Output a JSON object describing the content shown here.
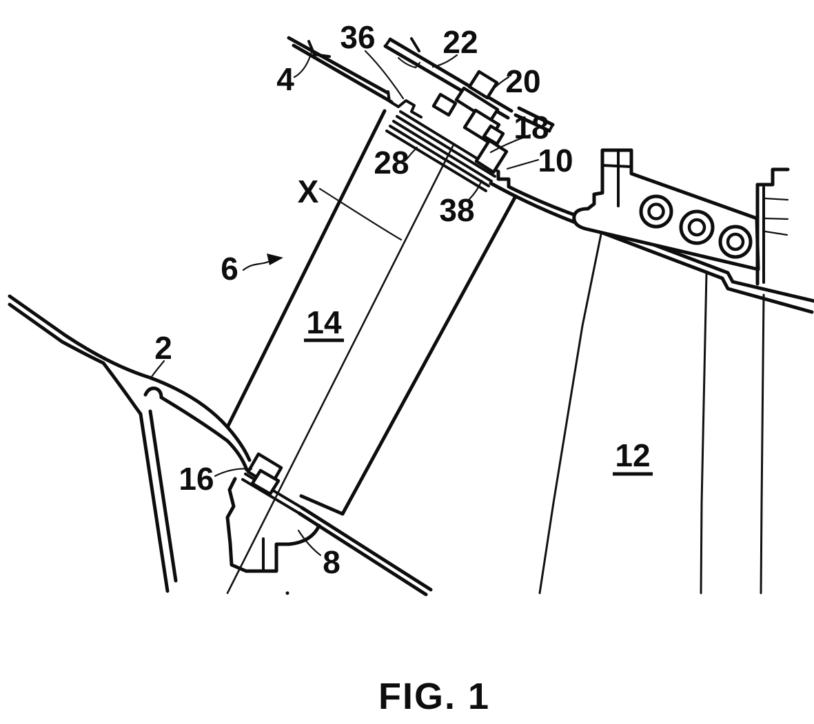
{
  "figure": {
    "caption": "FIG. 1",
    "type_note": "patent line drawing, turbine vane attachment cross-section"
  },
  "reference_labels": {
    "ref_2": {
      "text": "2"
    },
    "ref_4": {
      "text": "4"
    },
    "ref_6": {
      "text": "6"
    },
    "ref_8": {
      "text": "8"
    },
    "ref_10": {
      "text": "10"
    },
    "ref_12": {
      "text": "12",
      "underlined": true
    },
    "ref_14": {
      "text": "14",
      "underlined": true
    },
    "ref_16": {
      "text": "16"
    },
    "ref_18": {
      "text": "18"
    },
    "ref_20": {
      "text": "20"
    },
    "ref_22": {
      "text": "22"
    },
    "ref_28": {
      "text": "28"
    },
    "ref_36": {
      "text": "36"
    },
    "ref_38": {
      "text": "38"
    },
    "axis_x": {
      "text": "X"
    }
  }
}
